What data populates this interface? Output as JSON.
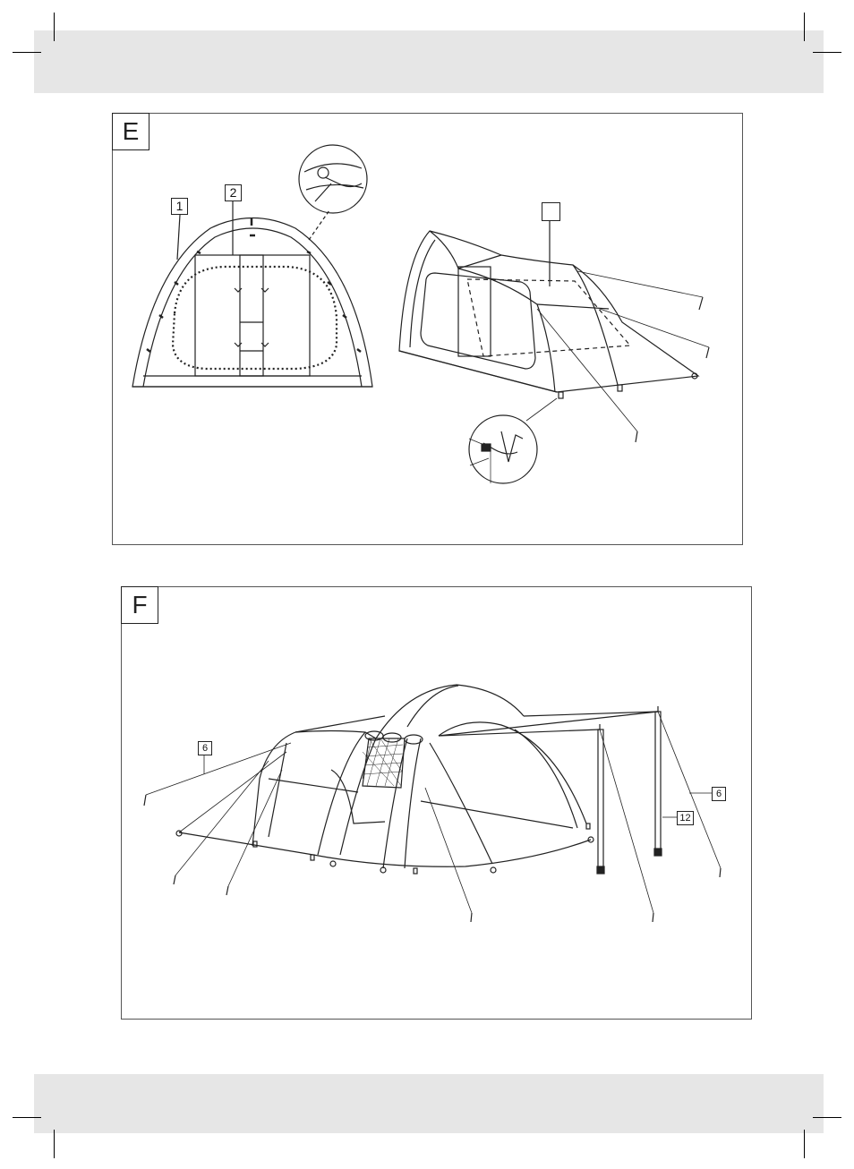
{
  "figures": {
    "e": {
      "letter": "E",
      "callouts": [
        "1",
        "2",
        ""
      ]
    },
    "f": {
      "letter": "F",
      "callouts": [
        "6",
        "6",
        "12"
      ]
    }
  },
  "colors": {
    "band": "#e6e6e6",
    "line": "#222222",
    "frame": "#555555"
  }
}
